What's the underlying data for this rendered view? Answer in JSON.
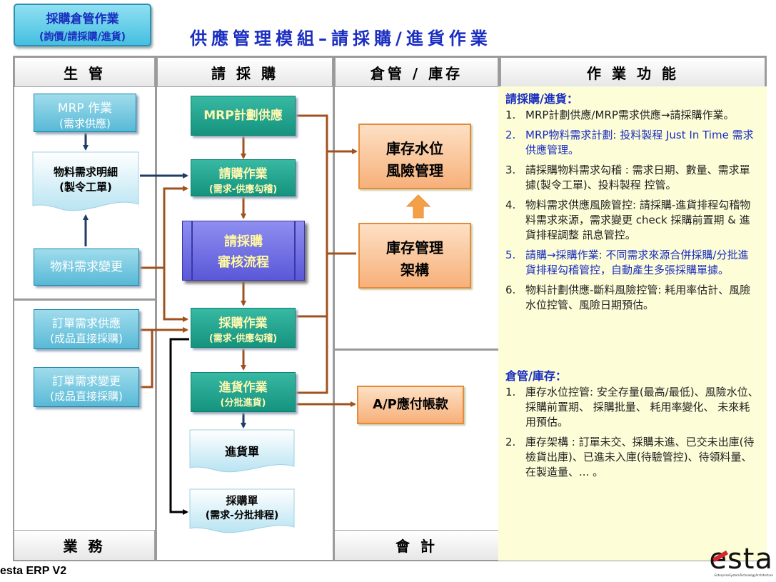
{
  "badge": {
    "line1": "採購倉管作業",
    "line2": "(詢價/請採購/進貨)"
  },
  "title": "供應管理模組–請採購/進貨作業",
  "columns": {
    "production": "生 管",
    "purchase": "請 採 購",
    "warehouse": "倉管 / 庫存",
    "function": "作 業 功 能"
  },
  "footers": {
    "sales": "業 務",
    "accounting": "會 計"
  },
  "production_boxes": {
    "mrp": {
      "line1": "MRP 作業",
      "line2": "(需求供應)"
    },
    "material_detail": {
      "line1": "物料需求明細",
      "line2": "(製令工單)"
    },
    "material_change": "物料需求變更",
    "order_supply": {
      "line1": "訂單需求供應",
      "line2": "(成品直接採購)"
    },
    "order_change": {
      "line1": "訂單需求變更",
      "line2": "(成品直接採購)"
    }
  },
  "purchase_boxes": {
    "mrp_plan": "MRP計劃供應",
    "request": {
      "line1": "請購作業",
      "line2": "(需求-供應勾稽)"
    },
    "review": {
      "line1": "請採購",
      "line2": "審核流程"
    },
    "purchase": {
      "line1": "採購作業",
      "line2": "(需求-供應勾稽)"
    },
    "receiving": {
      "line1": "進貨作業",
      "line2": "(分批進貨)"
    },
    "receiving_doc": "進貨單",
    "po_doc": {
      "line1": "採購單",
      "line2": "(需求-分批排程)"
    }
  },
  "warehouse_boxes": {
    "risk": {
      "line1": "庫存水位",
      "line2": "風險管理"
    },
    "structure": {
      "line1": "庫存管理",
      "line2": "架構"
    },
    "ap": "A/P應付帳款"
  },
  "functions": {
    "section1_title": "請採購/進貨：",
    "section1_items": [
      {
        "num": "1.",
        "text": "MRP計劃供應/MRP需求供應→請採購作業。",
        "highlight": false
      },
      {
        "num": "2.",
        "text": "MRP物料需求計劃: 投料製程 Just In Time 需求供應管理。",
        "highlight": true
      },
      {
        "num": "3.",
        "text": "請採購物料需求勾稽 : 需求日期、數量、需求單據(製令工單)、投料製程 控管。",
        "highlight": false
      },
      {
        "num": "4.",
        "text": "物料需求供應風險管控: 請採購-進貨排程勾稽物料需求來源，需求變更 check 採購前置期 & 進貨排程調整 訊息管控。",
        "highlight": false
      },
      {
        "num": "5.",
        "text": "請購→採購作業: 不同需求來源合併採購/分批進貨排程勾稽管控，自動產生多張採購單據。",
        "highlight": true
      },
      {
        "num": "6.",
        "text": "物料計劃供應-斷料風險控管: 耗用率估計、風險水位控管、風險日期預估。",
        "highlight": false
      }
    ],
    "section2_title": "倉管/庫存：",
    "section2_items": [
      {
        "num": "1.",
        "text": "庫存水位控管: 安全存量(最高/最低)、風險水位、採購前置期、 採購批量、 耗用率變化、 未來耗用預估。",
        "highlight": false
      },
      {
        "num": "2.",
        "text": "庫存架構 : 訂單未交、採購未進、已交未出庫(待檢貨出庫)、已進未入庫(待驗管控)、待領料量、在製造量、... 。",
        "highlight": false
      }
    ]
  },
  "footer_left": "esta ERP V2",
  "logo": {
    "text": "esta",
    "tagline": "EnterpriseSystemTechnologyArchitecture"
  },
  "colors": {
    "title_blue": "#1a2ec0",
    "arrow_brown": "#a0521e",
    "arrow_navy": "#1f3b66",
    "panel_yellow": "#fdfdd8"
  }
}
